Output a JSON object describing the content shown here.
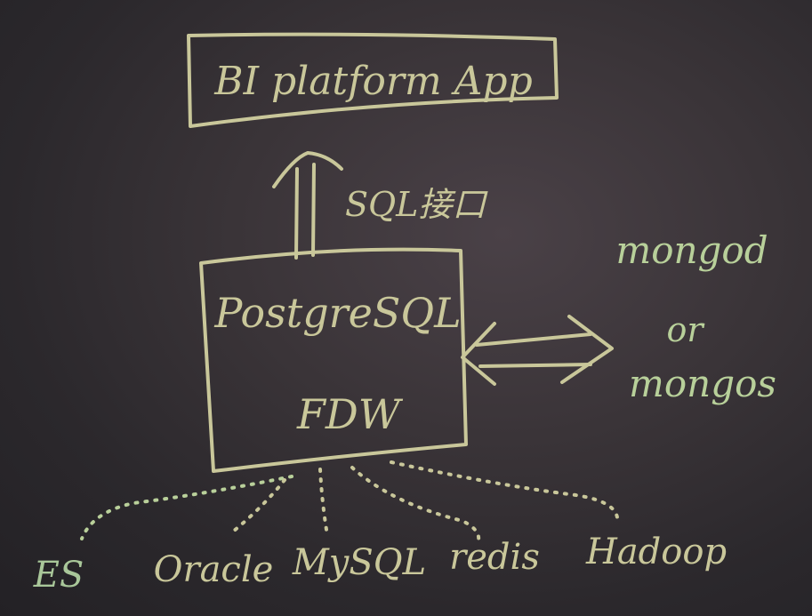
{
  "colors": {
    "chalk": "#c9c79a",
    "chalk_green": "#a9c79a",
    "chalk_yellow": "#cfcf9c"
  },
  "top_box": {
    "label": "BI platform App"
  },
  "interface_arrow": {
    "label": "SQL接口"
  },
  "center_box": {
    "line1": "PostgreSQL",
    "line2": "FDW"
  },
  "right_node": {
    "line1": "mongod",
    "line2": "or",
    "line3": "mongos"
  },
  "sources": [
    {
      "label": "ES"
    },
    {
      "label": "Oracle"
    },
    {
      "label": "MySQL"
    },
    {
      "label": "redis"
    },
    {
      "label": "Hadoop"
    }
  ]
}
